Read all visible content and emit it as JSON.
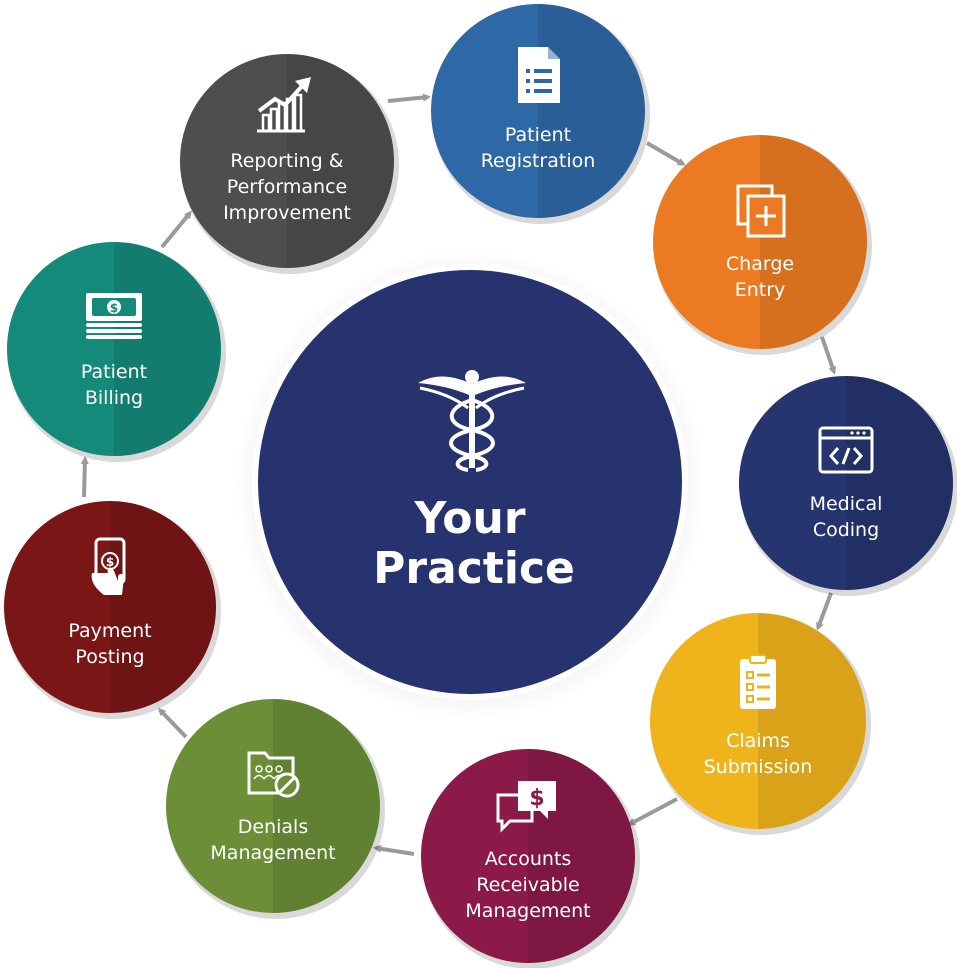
{
  "center": {
    "title_line1": "Your",
    "title_line2": "Practice",
    "icon": "caduceus-icon",
    "color": "#26336f"
  },
  "steps": [
    {
      "id": "patient-registration",
      "lines": [
        "Patient",
        "Registration"
      ],
      "icon": "document-list-icon",
      "color": "#2f68a6"
    },
    {
      "id": "charge-entry",
      "lines": [
        "Charge",
        "Entry"
      ],
      "icon": "add-copy-icon",
      "color": "#ec7a22"
    },
    {
      "id": "medical-coding",
      "lines": [
        "Medical",
        "Coding"
      ],
      "icon": "code-window-icon",
      "color": "#263470"
    },
    {
      "id": "claims-submission",
      "lines": [
        "Claims",
        "Submission"
      ],
      "icon": "clipboard-checklist-icon",
      "color": "#efb31c"
    },
    {
      "id": "accounts-receivable-management",
      "lines": [
        "Accounts",
        "Receivable",
        "Management"
      ],
      "icon": "dollar-chat-icon",
      "color": "#8b1a48"
    },
    {
      "id": "denials-management",
      "lines": [
        "Denials",
        "Management"
      ],
      "icon": "folder-deny-icon",
      "color": "#6b8e37"
    },
    {
      "id": "payment-posting",
      "lines": [
        "Payment",
        "Posting"
      ],
      "icon": "hand-phone-dollar-icon",
      "color": "#7a1616"
    },
    {
      "id": "patient-billing",
      "lines": [
        "Patient",
        "Billing"
      ],
      "icon": "cash-stack-icon",
      "color": "#148a7a"
    },
    {
      "id": "reporting-performance-improvement",
      "lines": [
        "Reporting &",
        "Performance",
        "Improvement"
      ],
      "icon": "growth-chart-icon",
      "color": "#4d4e50"
    }
  ],
  "arrow_color": "#9a9a9a"
}
